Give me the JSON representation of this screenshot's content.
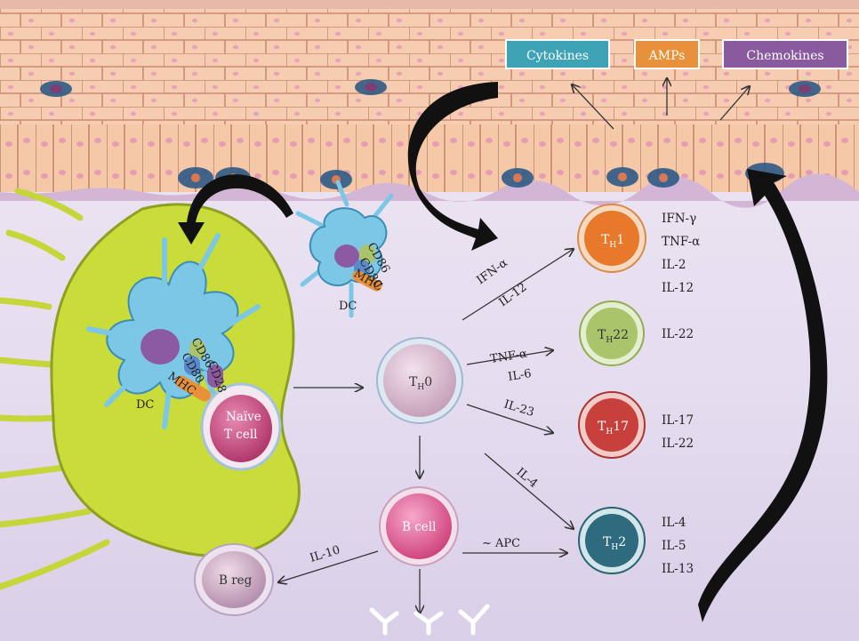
{
  "boxes": {
    "cytokines": "Cytokines",
    "amps": "AMPs",
    "chemokines": "Chemokines"
  },
  "cells": {
    "th0_main": "T",
    "th0_sub": "H",
    "th0_tail": "0",
    "naive_line1": "Naïve",
    "naive_line2": "T cell",
    "bcell": "B cell",
    "breg": "B reg",
    "dc_free": "DC",
    "dc_bound": "DC"
  },
  "molecules": {
    "cd86": "CD86",
    "cd80": "CD80",
    "mhc": "MHC",
    "cd28": "CD28"
  },
  "th_subsets": [
    {
      "main": "T",
      "sub": "H",
      "tail": "1",
      "cytokines": [
        "IFN-γ",
        "TNF-α",
        "IL-2",
        "IL-12"
      ],
      "color": "#e8782a"
    },
    {
      "main": "T",
      "sub": "H",
      "tail": "22",
      "cytokines": [
        "IL-22"
      ],
      "color": "#a9c46a"
    },
    {
      "main": "T",
      "sub": "H",
      "tail": "17",
      "cytokines": [
        "IL-17",
        "IL-22"
      ],
      "color": "#c8403c"
    },
    {
      "main": "T",
      "sub": "H",
      "tail": "2",
      "cytokines": [
        "IL-4",
        "IL-5",
        "IL-13"
      ],
      "color": "#2f6b7e"
    }
  ],
  "arrow_labels": {
    "ifn_alpha": "IFN-α",
    "il12": "IL-12",
    "tnf_alpha": "TNF-α",
    "il6": "IL-6",
    "il23": "IL-23",
    "il4": "IL-4",
    "il10": "IL-10",
    "apc": "~ APC"
  },
  "colors": {
    "keratinocyte": "#f7d3b8",
    "membrane": "#c9dc3a",
    "dc": "#7cc6e6",
    "th0": "#d8b5cc",
    "bcell": "#e06aa0",
    "breg": "#c9a7c0"
  }
}
